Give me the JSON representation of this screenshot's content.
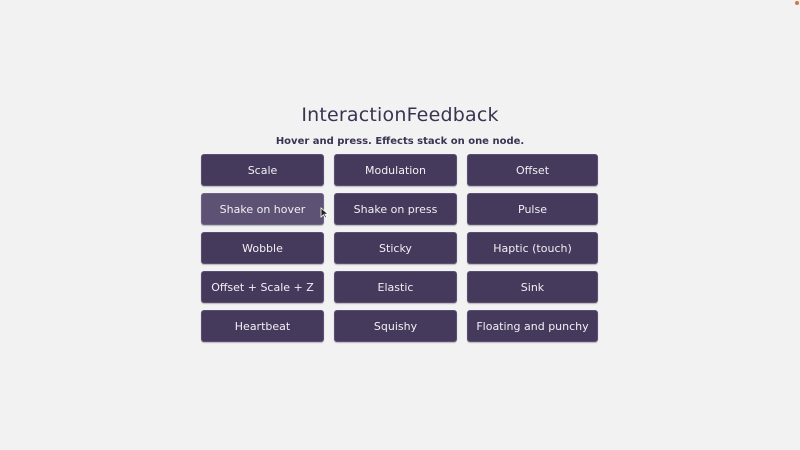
{
  "header": {
    "title": "InteractionFeedback",
    "subtitle": "Hover and press. Effects stack on one node."
  },
  "buttons": [
    {
      "label": "Scale"
    },
    {
      "label": "Modulation"
    },
    {
      "label": "Offset"
    },
    {
      "label": "Shake on hover",
      "state": "hovered"
    },
    {
      "label": "Shake on press"
    },
    {
      "label": "Pulse"
    },
    {
      "label": "Wobble"
    },
    {
      "label": "Sticky"
    },
    {
      "label": "Haptic (touch)"
    },
    {
      "label": "Offset + Scale + Z"
    },
    {
      "label": "Elastic"
    },
    {
      "label": "Sink"
    },
    {
      "label": "Heartbeat"
    },
    {
      "label": "Squishy"
    },
    {
      "label": "Floating and punchy"
    }
  ],
  "colors": {
    "background": "#f3f2f2",
    "button": "#453a5c",
    "button_hover": "#5d5273",
    "text_dark": "#3a3352",
    "text_light": "#f2f0f5"
  },
  "icons": {
    "cursor": "mouse-pointer-icon"
  }
}
